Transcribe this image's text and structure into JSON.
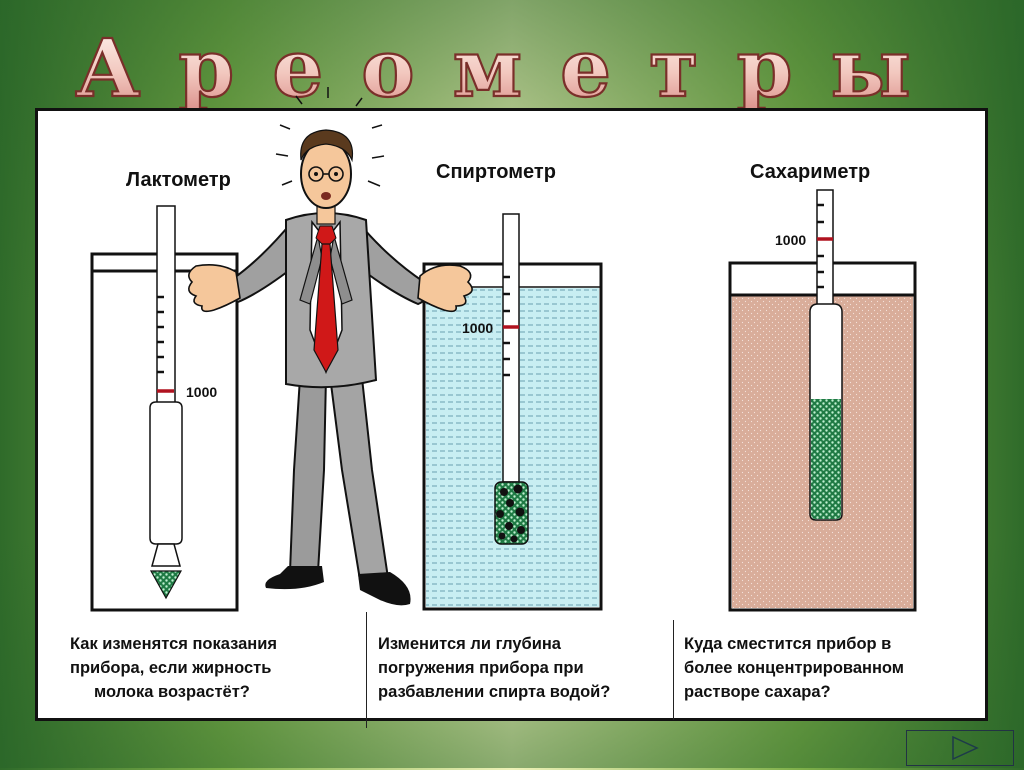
{
  "title": "Ареометры",
  "instruments": [
    {
      "name": "Лактометр",
      "mark": "1000"
    },
    {
      "name": "Спиртометр",
      "mark": "1000"
    },
    {
      "name": "Сахариметр",
      "mark": "1000"
    }
  ],
  "questions": [
    {
      "line1": "Как изменятся показания",
      "line2": "прибора, если жирность",
      "line3": "молока возрастёт?"
    },
    {
      "line1": "Изменится ли глубина",
      "line2": "погружения прибора при",
      "line3": "разбавлении спирта водой?"
    },
    {
      "line1": "Куда сместится прибор в",
      "line2": "более концентрированном",
      "line3": "растворе сахара?"
    }
  ],
  "icons": {
    "next": "play-triangle-icon",
    "figure": "man-figure-icon"
  },
  "colors": {
    "mark": "#b0121f",
    "tie": "#d01818",
    "water": "#c8eef2",
    "sugar": "#d9ad9a",
    "ballast": "#2a8a50"
  }
}
